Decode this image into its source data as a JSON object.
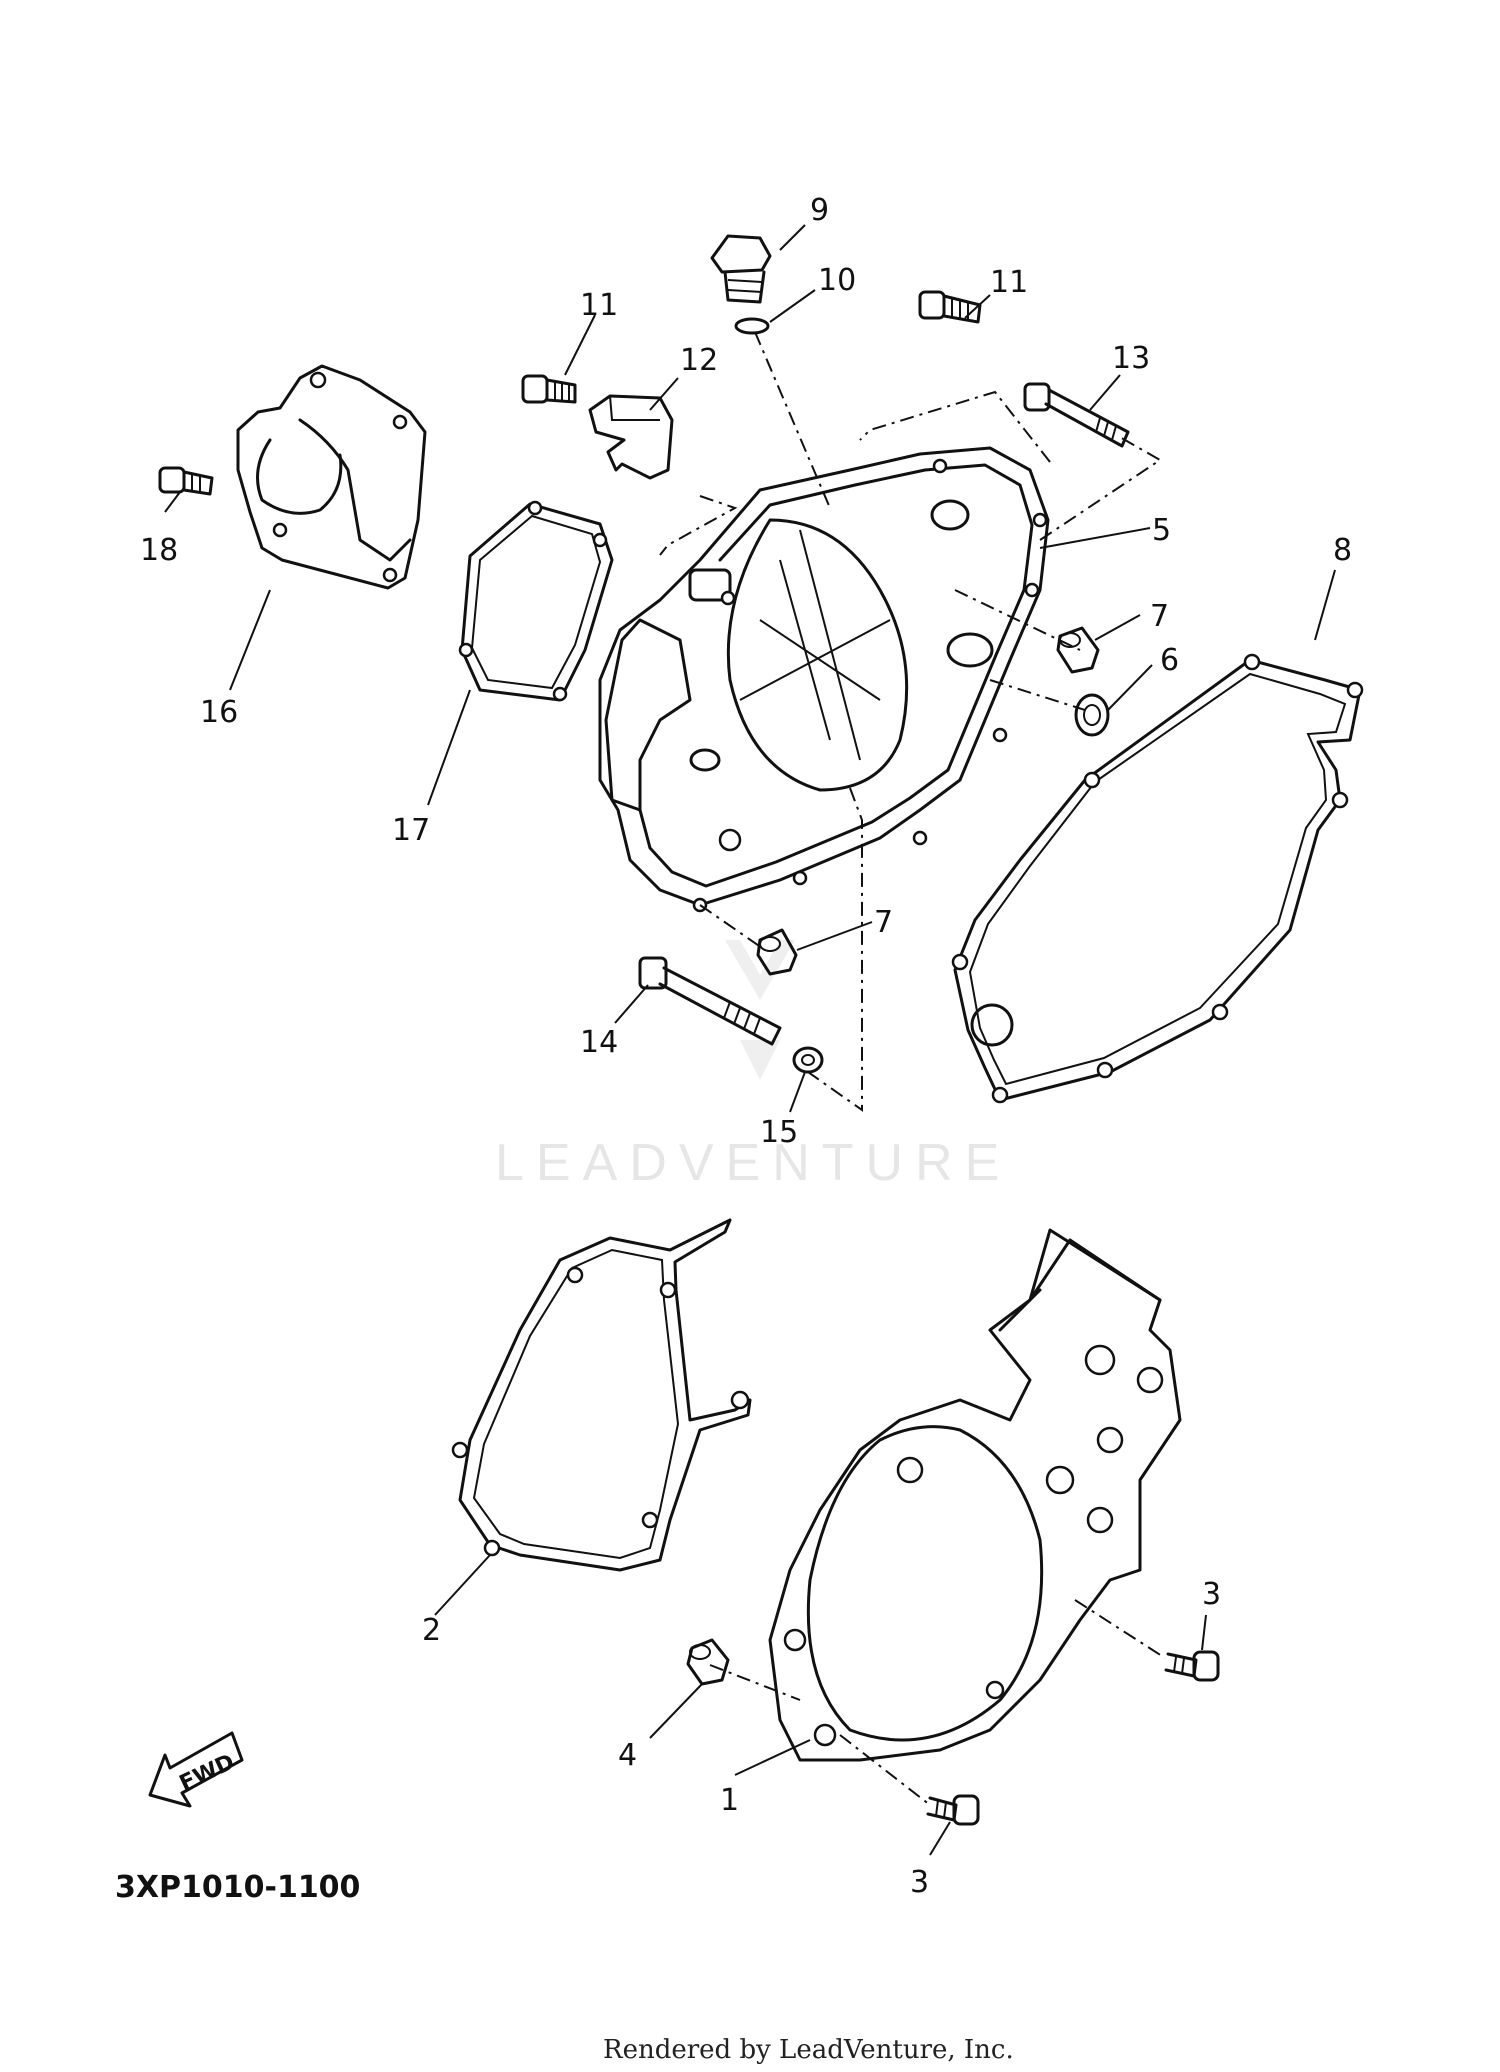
{
  "watermark": "LEADVENTURE",
  "diagram_code": "3XP1010-1100",
  "fwd_label": "FWD",
  "credit": "Rendered by LeadVenture, Inc.",
  "callouts": {
    "c1": "1",
    "c2": "2",
    "c3a": "3",
    "c3b": "3",
    "c4": "4",
    "c5": "5",
    "c6": "6",
    "c7a": "7",
    "c7b": "7",
    "c8": "8",
    "c9": "9",
    "c10": "10",
    "c11a": "11",
    "c11b": "11",
    "c12": "12",
    "c13": "13",
    "c14": "14",
    "c15": "15",
    "c16": "16",
    "c17": "17",
    "c18": "18"
  }
}
